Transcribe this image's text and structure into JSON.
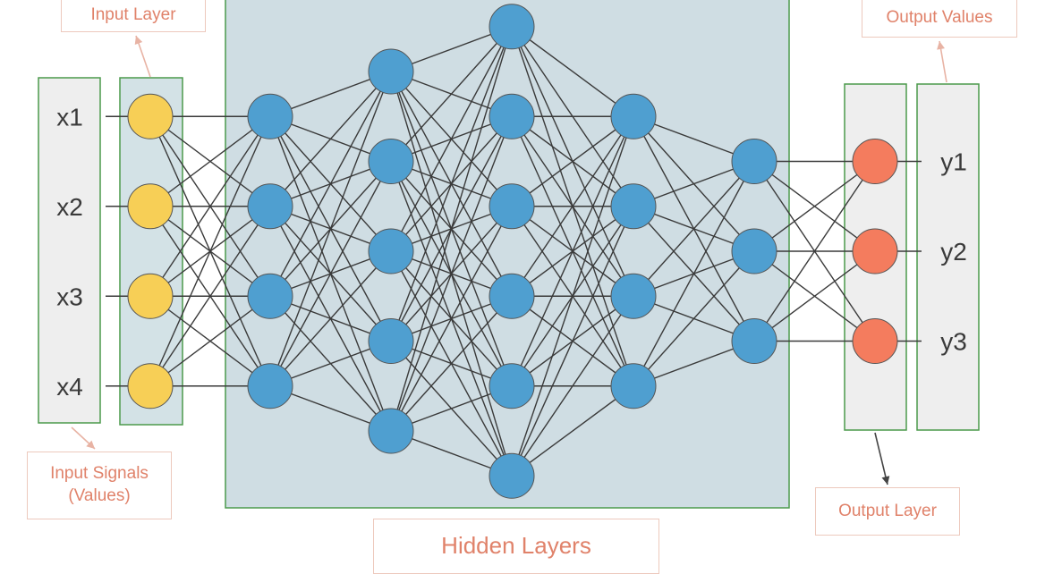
{
  "labels": {
    "input_layer": "Input Layer",
    "input_signals_line1": "Input Signals",
    "input_signals_line2": "(Values)",
    "hidden_layers": "Hidden Layers",
    "output_layer": "Output Layer",
    "output_values": "Output Values"
  },
  "inputs": [
    "x1",
    "x2",
    "x3",
    "x4"
  ],
  "outputs": [
    "y1",
    "y2",
    "y3"
  ],
  "network": {
    "layer_sizes": [
      4,
      4,
      5,
      6,
      4,
      3,
      3
    ],
    "connectivity": "fully-connected"
  },
  "colors": {
    "input_node": "#f7cf56",
    "hidden_node": "#4f9fd0",
    "output_node": "#f47c5e",
    "edge": "#3a3a3a",
    "hidden_region": "#cfdde3",
    "panel_fill": "#eeeeee",
    "panel_border": "#4c9a4c",
    "callout_text": "#e0826a",
    "callout_border": "#edc9bd"
  }
}
